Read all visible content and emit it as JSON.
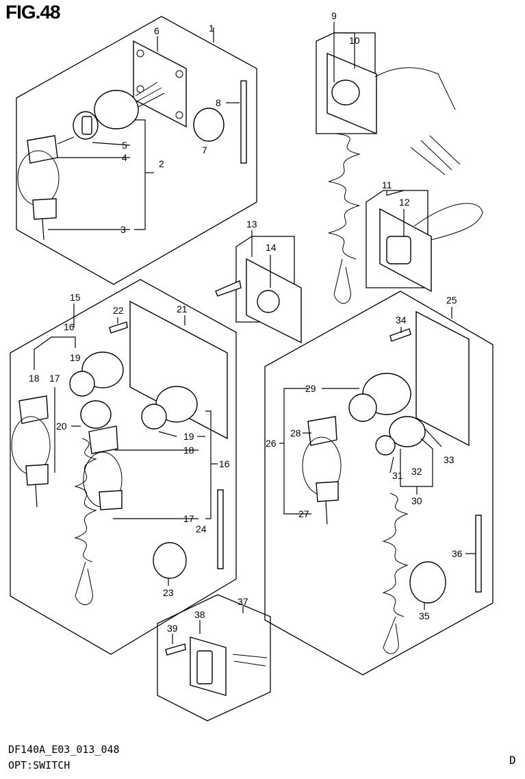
{
  "figure": {
    "title": "FIG.48",
    "code": "DF140A_E03_013_048",
    "name": "OPT:SWITCH",
    "corner": "D"
  },
  "callouts": [
    "1",
    "2",
    "3",
    "4",
    "5",
    "6",
    "7",
    "8",
    "9",
    "10",
    "11",
    "12",
    "13",
    "14",
    "15",
    "16",
    "16",
    "17",
    "17",
    "18",
    "18",
    "19",
    "19",
    "20",
    "21",
    "22",
    "23",
    "24",
    "25",
    "26",
    "27",
    "28",
    "29",
    "30",
    "31",
    "32",
    "33",
    "34",
    "35",
    "36",
    "37",
    "38",
    "39"
  ]
}
